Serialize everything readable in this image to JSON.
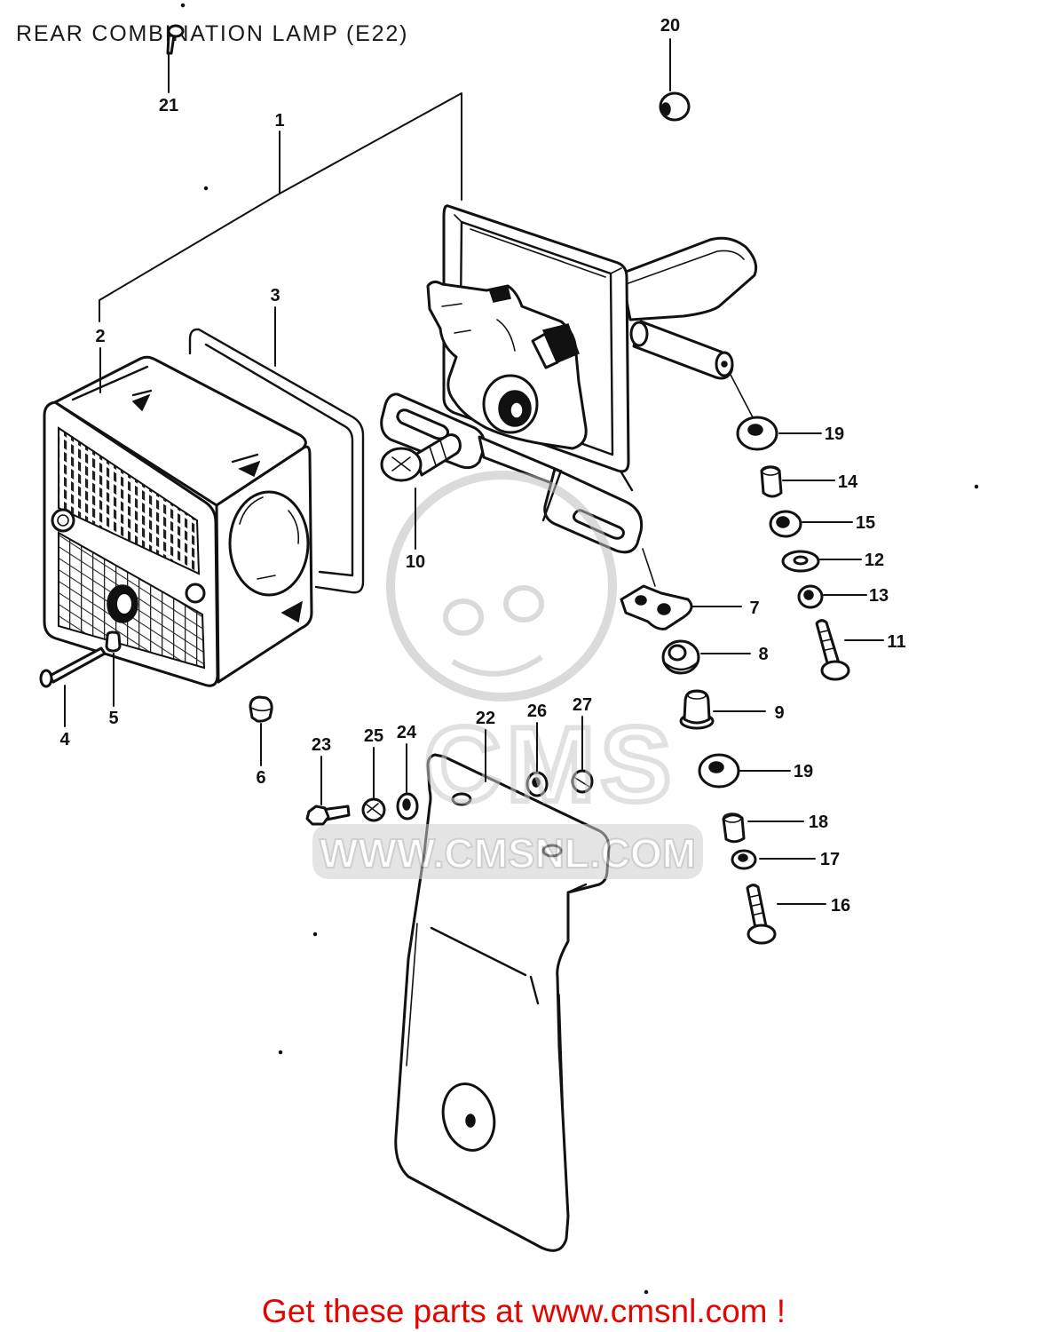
{
  "title": "REAR COMBINATION LAMP (E22)",
  "callouts": [
    "1",
    "2",
    "3",
    "4",
    "5",
    "6",
    "7",
    "8",
    "9",
    "10",
    "11",
    "12",
    "13",
    "14",
    "15",
    "16",
    "17",
    "18",
    "19",
    "19",
    "20",
    "21",
    "22",
    "23",
    "24",
    "25",
    "26",
    "27"
  ],
  "watermark": {
    "logo_text": "CMS",
    "url_text": "WWW.CMSNL.COM"
  },
  "footer": {
    "text": "Get these parts at www.cmsnl.com !"
  },
  "colors": {
    "ink": "#111111",
    "footer_text": "#e10600",
    "watermark": "#c9c9c9"
  }
}
